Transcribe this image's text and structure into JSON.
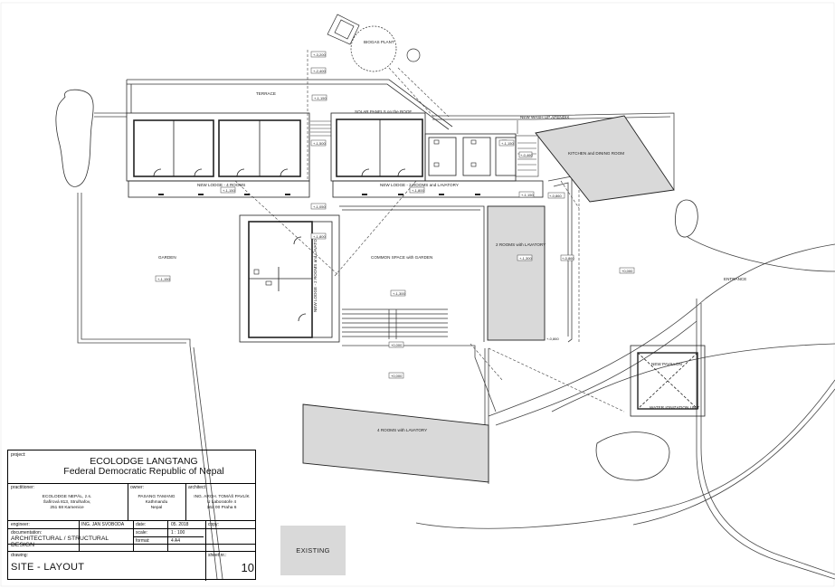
{
  "labels": {
    "biogas": "BIOGAS PLANT",
    "terrace": "TERRACE",
    "solar": "SOLAR PANELS on the ROOF",
    "wash": "NEW WASH UP APENDIX",
    "kitchen": "KITCHEN and DINING ROOM",
    "lodge4": "NEW LODGE - 4 ROOMS",
    "lodge2": "NEW LODGE - 2 ROOMS and LAVATORY",
    "lodge2v": "NEW LODGE - 2 ROOMS and LAVATORY",
    "garden": "GARDEN",
    "common": "COMMON SPACE with GARDEN",
    "rooms2": "2 ROOMS with LAVATORY",
    "entrance": "ENTRANCE",
    "pavilion": "NEW PAVILLON",
    "water": "WATER IONIZATION UNIT",
    "rooms4": "4 ROOMS with LAVATORY"
  },
  "levels": {
    "l1": "+-3,200",
    "l2": "+-2,400",
    "l3": "+-1,150",
    "l4": "+-1,500",
    "l5": "+-1,150",
    "l6": "+-1,800",
    "l7": "+-1,050",
    "l8": "+-1,800",
    "l9": "+-1,150",
    "l10": "+-1,150",
    "l11": "+-1,300",
    "l12": "+-1,300",
    "l13": "+0,000",
    "l14": "+0,000",
    "l15": "+0,000",
    "l16": "+-1,150",
    "l17": "+-0,460",
    "l18": "+-0,860",
    "l19": "+-0,860",
    "l20": "+-0,860"
  },
  "titleblock": {
    "project_cap": "project:",
    "project_name": "ECOLODGE LANGTANG",
    "project_sub": "Federal Democratic Republic of Nepal",
    "practitioner_cap": "practitioner:",
    "practitioner_1": "ECOLODGE NEPÁL, z.s.",
    "practitioner_2": "Šafírová 813, Strulhafov,",
    "practitioner_3": "251 68 Kamenice",
    "owner_cap": "owner:",
    "owner_1": "PASANG TAMANG",
    "owner_2": "Kathmandu",
    "owner_3": "Nepal",
    "architect_cap": "architect:",
    "architect_1": "ING. ARCH. TOMÁŠ PAVLÍK",
    "architect_2": "U Laboratoře 4",
    "architect_3": "162 00 Praha 6",
    "engineer_cap": "engineer:",
    "engineer": "ING. JAN SVOBODA",
    "date_cap": "date:",
    "date": "05. 2018",
    "copy_cap": "copy:",
    "documentation_cap": "documentation:",
    "documentation": "ARCHITECTURAL / STRUCTURAL DESIGN",
    "scale_cap": "scale:",
    "scale": "1 : 100",
    "format_cap": "format:",
    "format": "4 A4",
    "drawing_cap": "drawing:",
    "drawing": "SITE - LAYOUT",
    "sheet_cap": "sheet nr.:",
    "sheet": "10"
  },
  "legend": {
    "existing": "EXISTING"
  }
}
